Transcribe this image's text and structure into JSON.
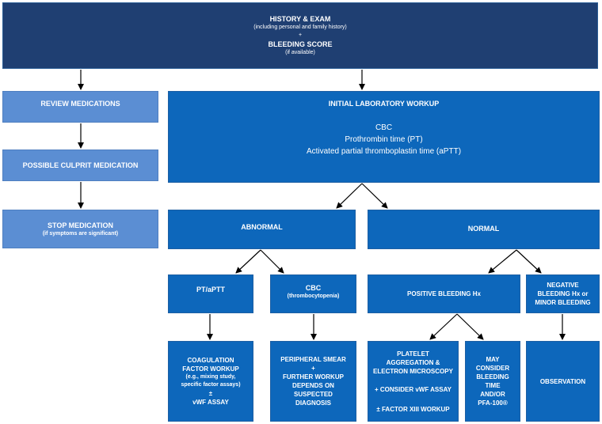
{
  "colors": {
    "dark": "#1f3f72",
    "mid": "#0d67bb",
    "light": "#5b8ed3",
    "arrow": "#000000"
  },
  "top": {
    "title": "HISTORY & EXAM",
    "sub1": "(including personal and family history)",
    "plus": "+",
    "title2": "BLEEDING SCORE",
    "sub2": "(if available)"
  },
  "left": {
    "review": "REVIEW MEDICATIONS",
    "culprit": "POSSIBLE CULPRIT MEDICATION",
    "stop": "STOP MEDICATION",
    "stop_sub": "(if symptoms are significant)"
  },
  "lab": {
    "title": "INITIAL LABORATORY WORKUP",
    "line1": "CBC",
    "line2": "Prothrombin time (PT)",
    "line3": "Activated partial thromboplastin  time (aPTT)"
  },
  "abnormal": "ABNORMAL",
  "normal": "NORMAL",
  "ptaptt": "PT/aPTT",
  "cbc": {
    "title": "CBC",
    "sub": "(thrombocytopenia)"
  },
  "positive": "POSITIVE BLEEDING Hx",
  "negative": {
    "l1": "NEGATIVE",
    "l2": "BLEEDING Hx or",
    "l3": "MINOR BLEEDING"
  },
  "coag": {
    "l1": "COAGULATION",
    "l2": "FACTOR WORKUP",
    "l3": "(e.g., mixing study,",
    "l4": "specific factor assays)",
    "l5": "±",
    "l6": "vWF ASSAY"
  },
  "smear": {
    "l1": "PERIPHERAL SMEAR",
    "l2": "+",
    "l3": "FURTHER WORKUP",
    "l4": "DEPENDS ON",
    "l5": "SUSPECTED",
    "l6": "DIAGNOSIS"
  },
  "platelet": {
    "l1": "PLATELET",
    "l2": "AGGREGATION &",
    "l3": "ELECTRON MICROSCOPY",
    "l4": "+ CONSIDER vWF ASSAY",
    "l5": "± FACTOR XIII WORKUP"
  },
  "may": {
    "l1": "MAY",
    "l2": "CONSIDER",
    "l3": "BLEEDING",
    "l4": "TIME",
    "l5": "AND/OR",
    "l6": "PFA-100®"
  },
  "observation": "OBSERVATION"
}
